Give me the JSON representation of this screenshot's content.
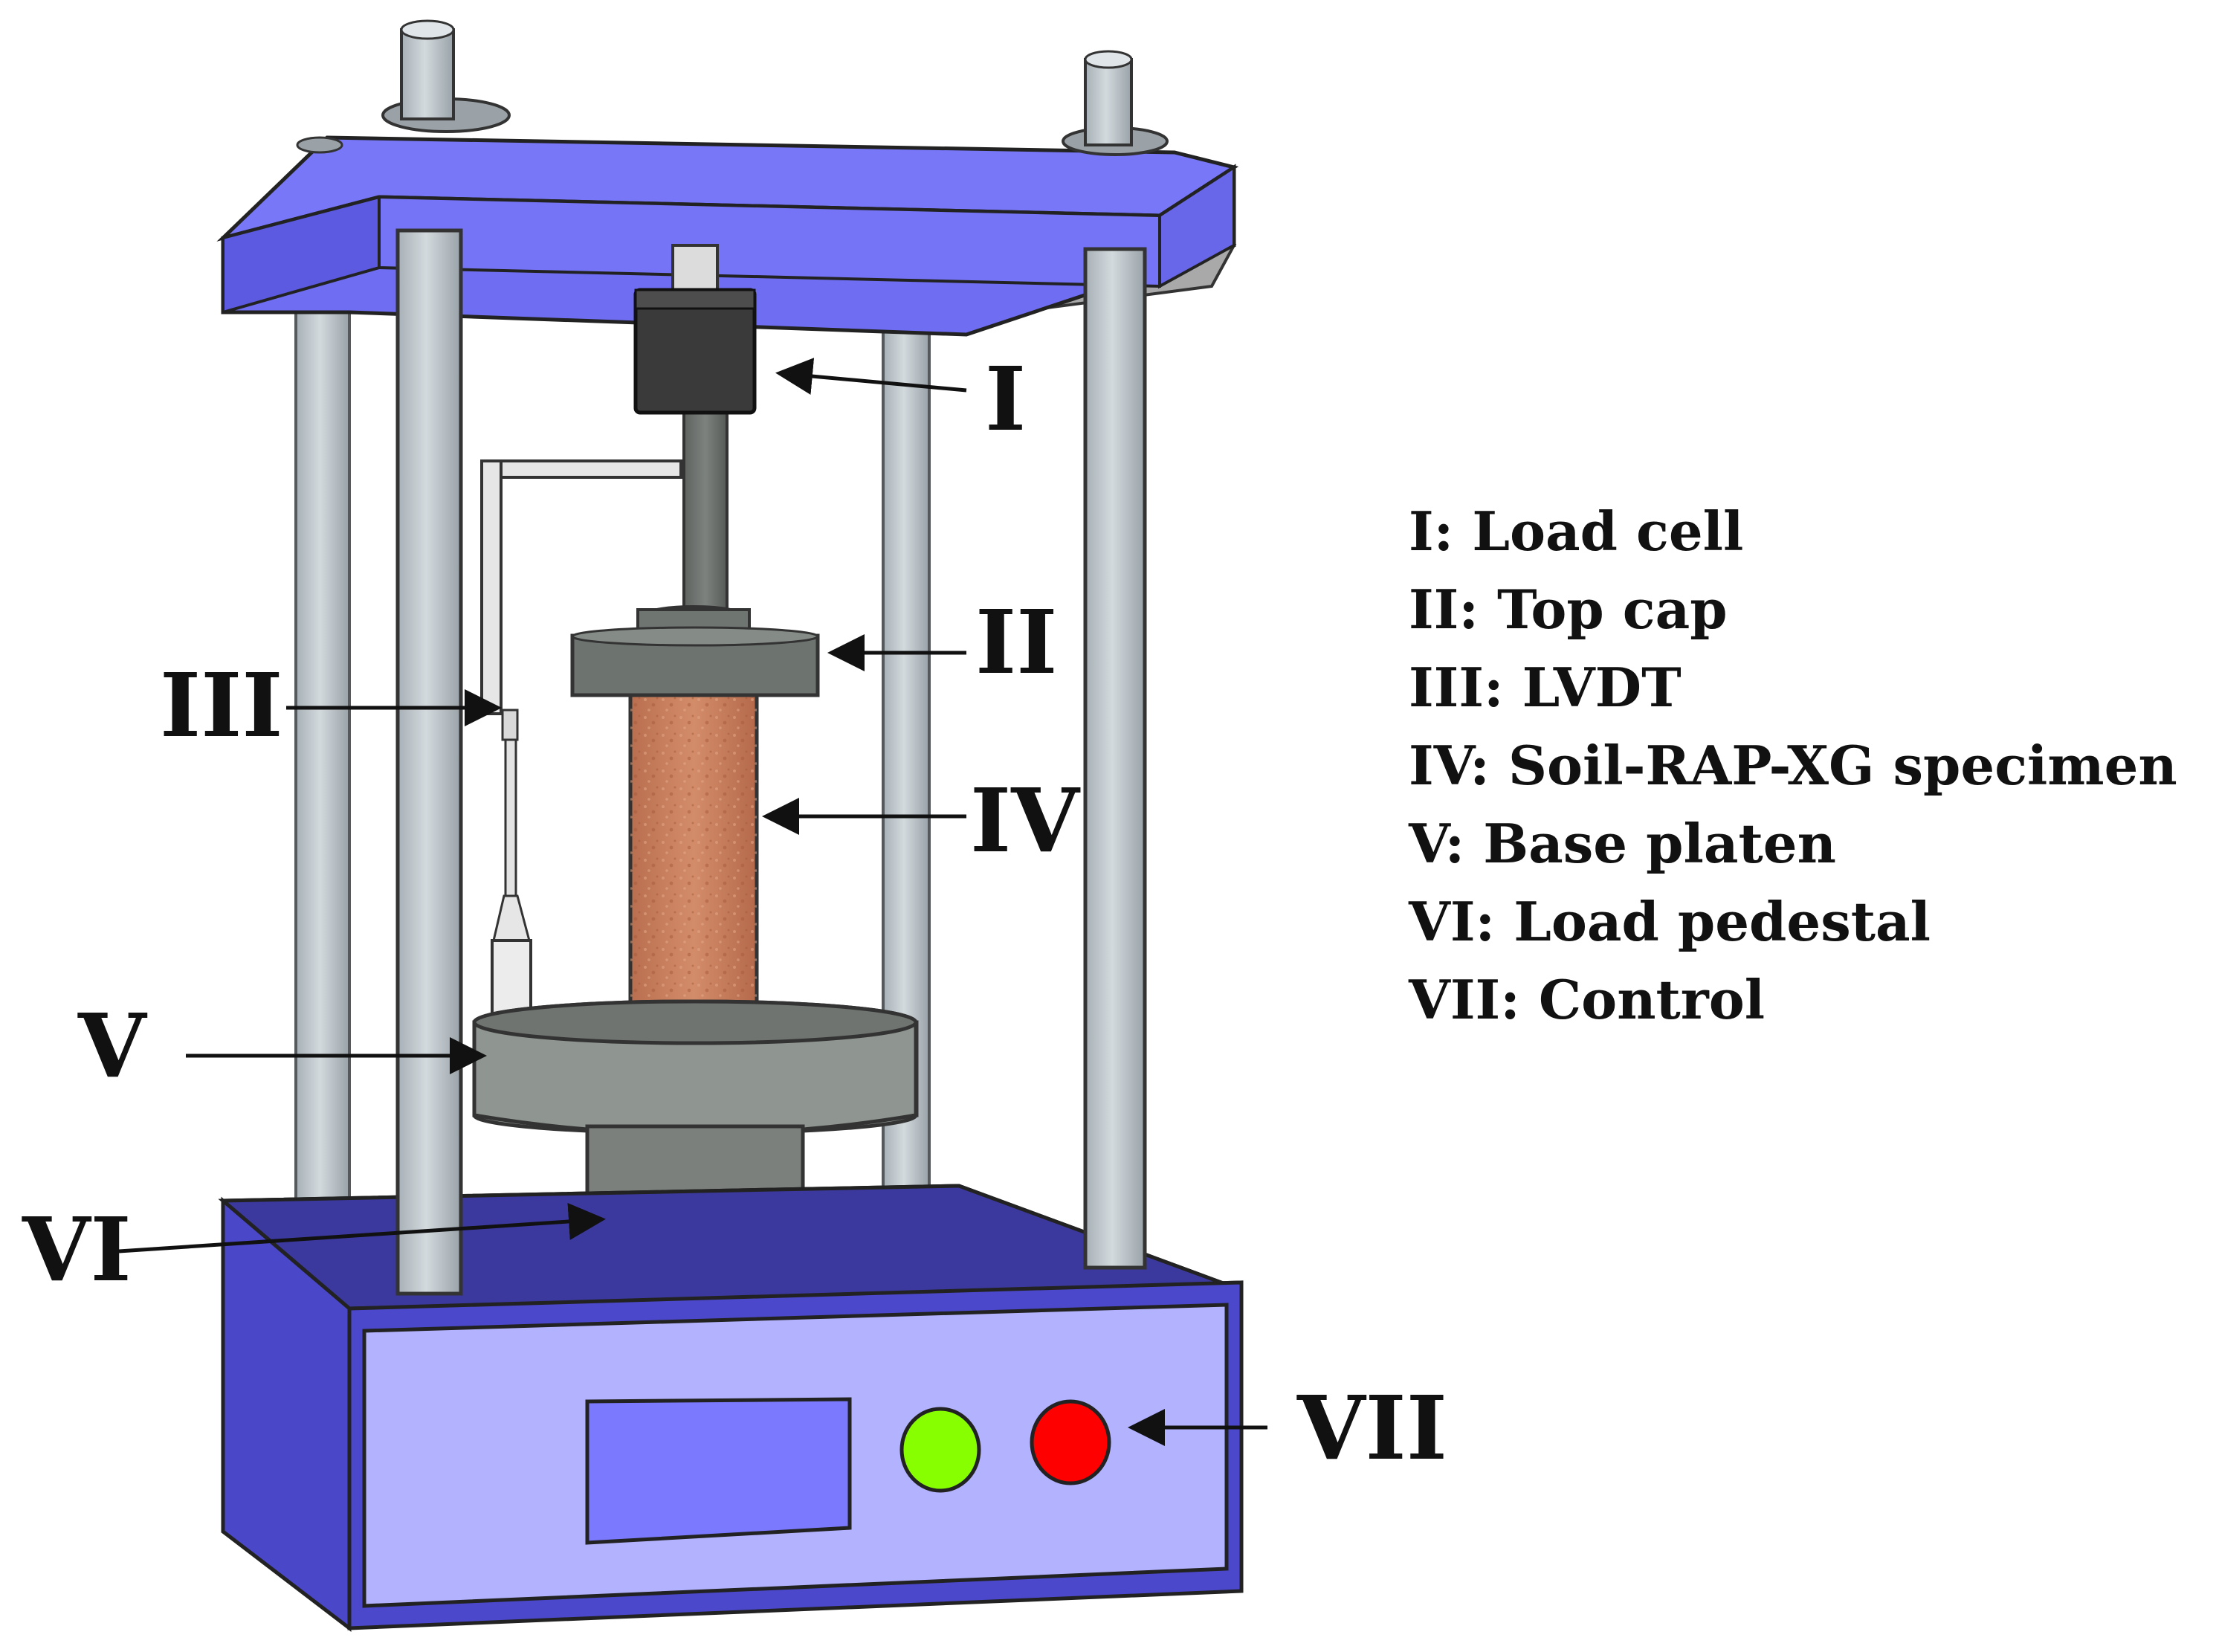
{
  "callouts": {
    "load_cell": "I",
    "top_cap": "II",
    "lvdt": "III",
    "specimen": "IV",
    "base_platen": "V",
    "load_pedestal": "VI",
    "control": "VII"
  },
  "legend": [
    "I: Load cell",
    "II: Top cap",
    "III: LVDT",
    "IV: Soil-RAP-XG specimen",
    "V: Base platen",
    "VI: Load pedestal",
    "VII: Control"
  ],
  "colors": {
    "frame_blue": "#7574f6",
    "base_blue": "#4a47c9",
    "panel_blue": "#b3b2ff",
    "display_blue": "#7b7aff",
    "rod_grey": "#b9c3c9",
    "load_cell": "#3a3a3a",
    "platen_grey": "#8f9590",
    "specimen": "#c97f5d",
    "green_button": "#88ff00",
    "red_button": "#ff0000"
  },
  "icons": {
    "green_button": "start-button-icon",
    "red_button": "stop-button-icon"
  }
}
